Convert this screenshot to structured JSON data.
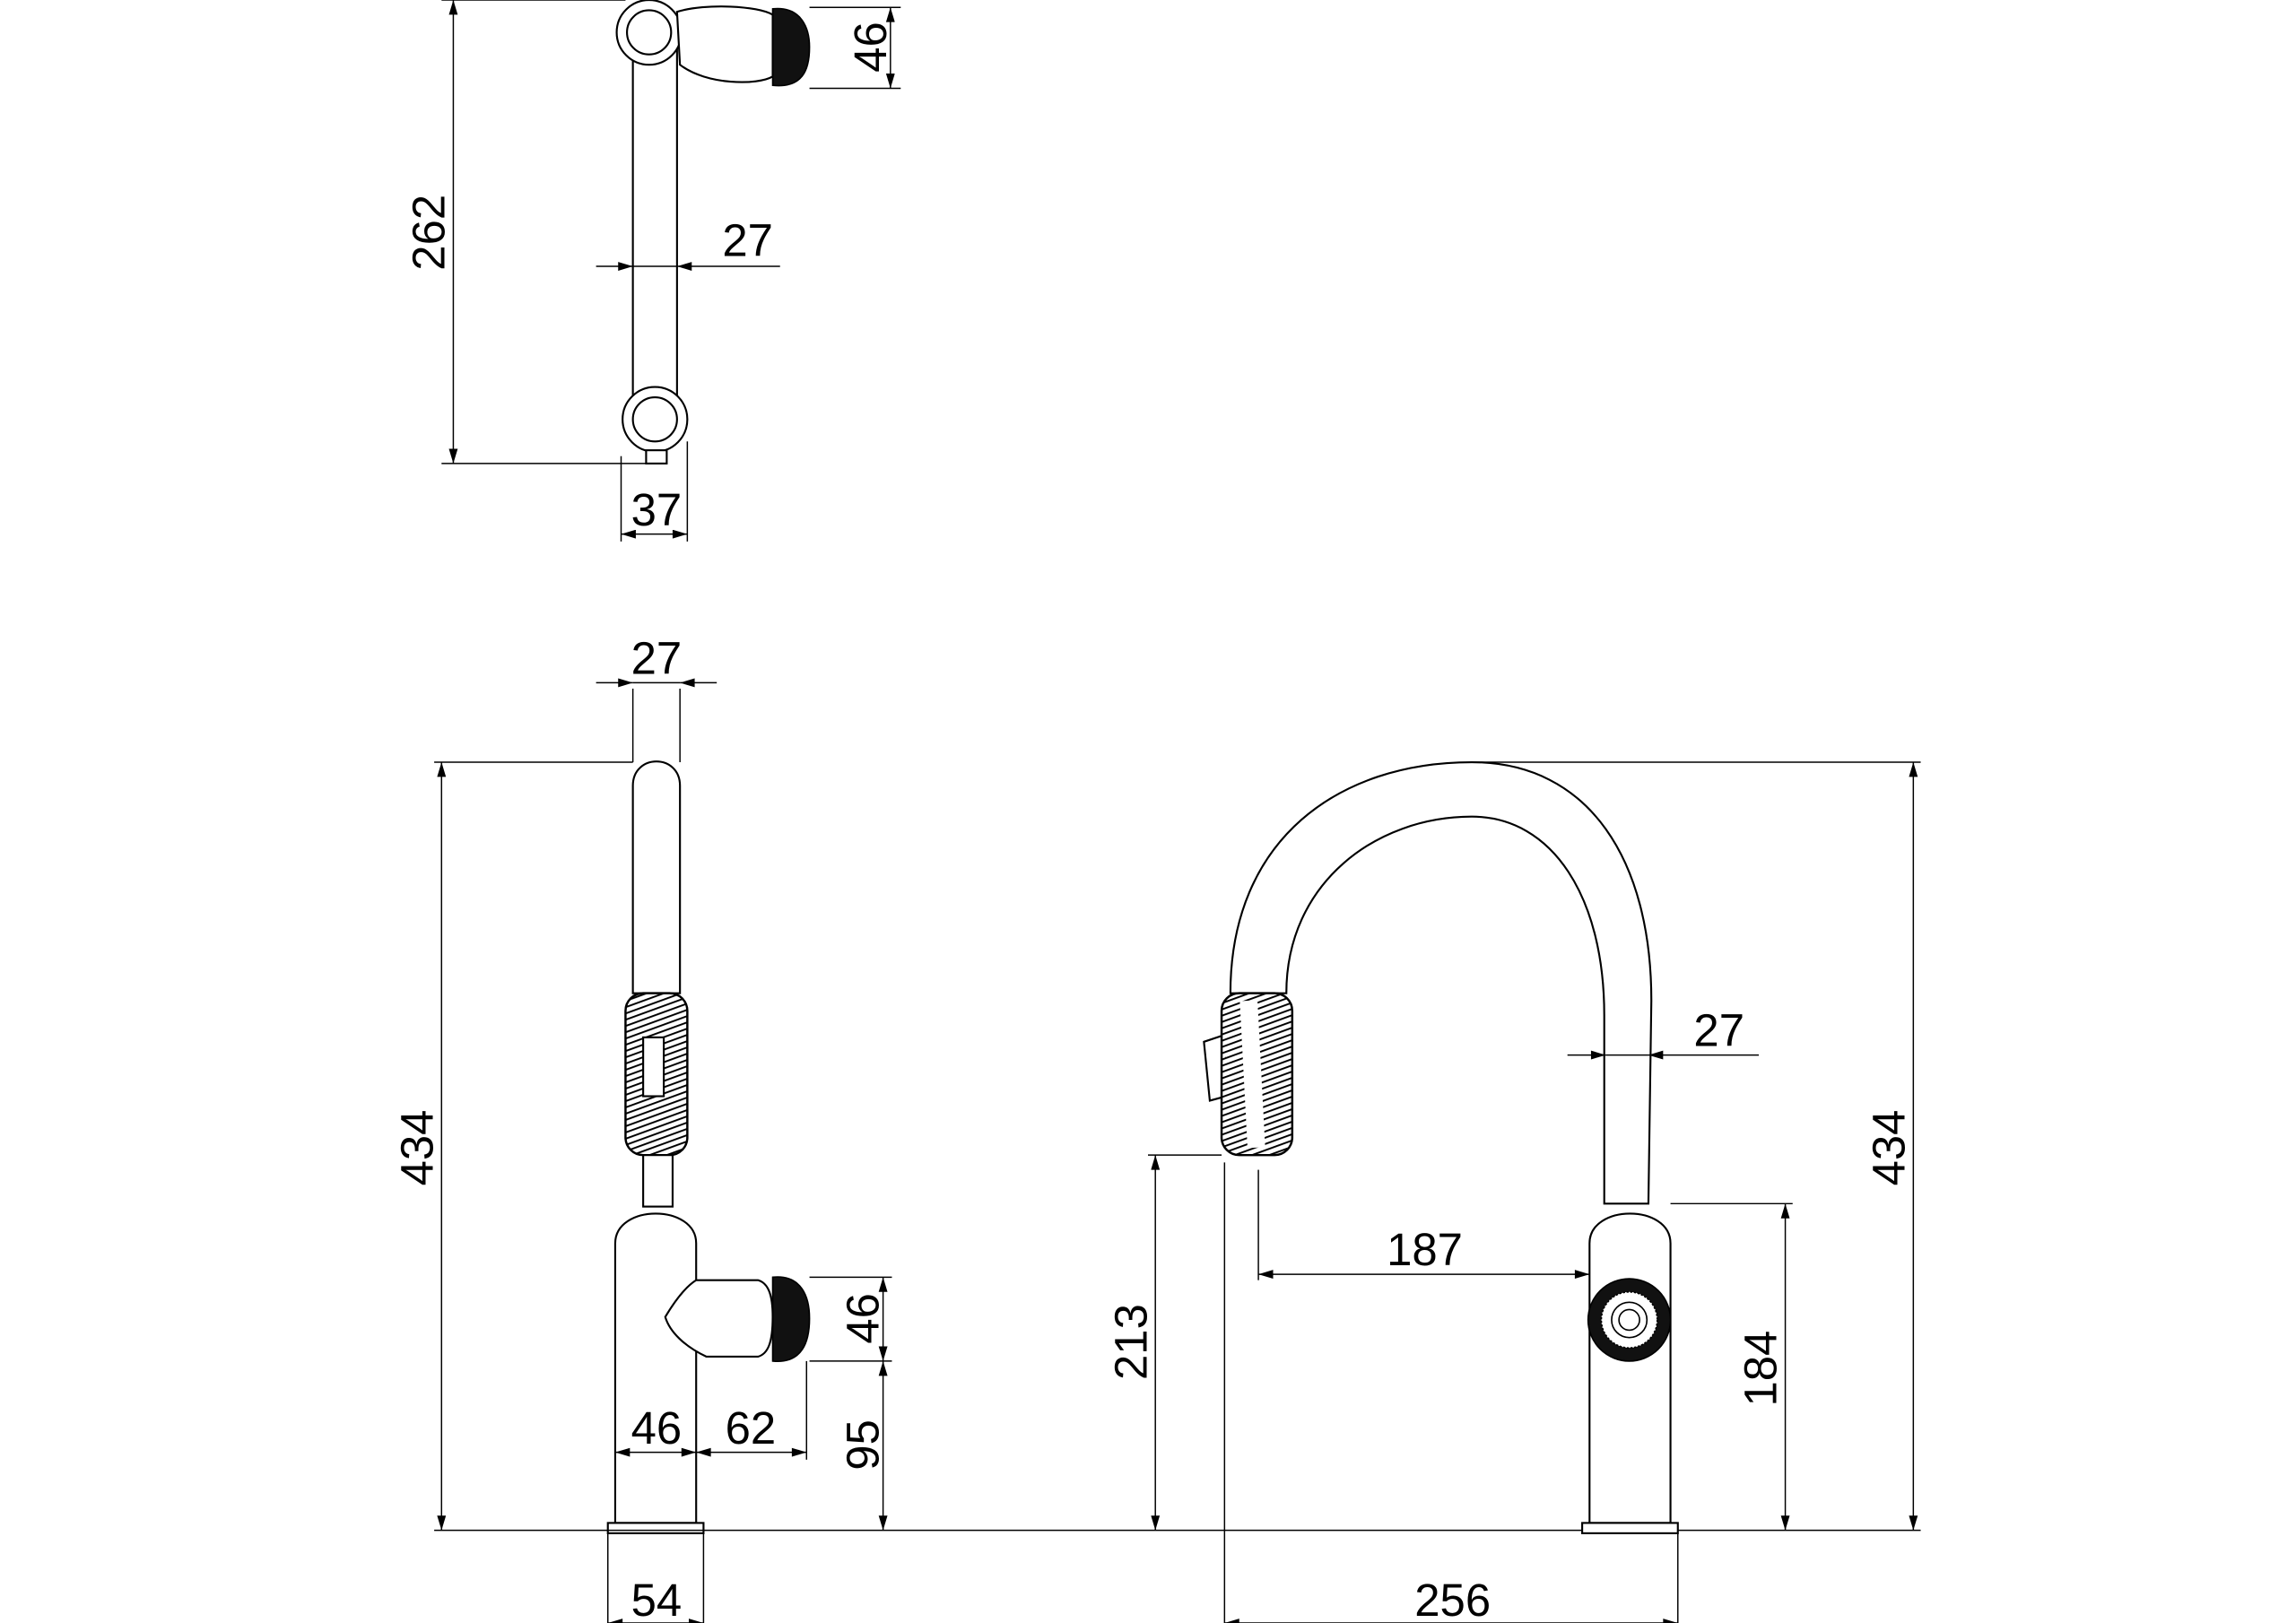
{
  "drawing": {
    "title": "Pull-down kitchen faucet dimension drawing",
    "line_color": "#000000",
    "background": "#ffffff",
    "top_view": {
      "height_262": "262",
      "knob_46": "46",
      "tube_27": "27",
      "base_37": "37"
    },
    "side_view": {
      "tube_27": "27",
      "height_434": "434",
      "knob_46": "46",
      "knob_height_95": "95",
      "body_46": "46",
      "knob_reach_62": "62",
      "base_54": "54"
    },
    "front_view": {
      "tube_27": "27",
      "height_434": "434",
      "body_184": "184",
      "reach_187": "187",
      "spout_213": "213",
      "width_256": "256"
    }
  }
}
